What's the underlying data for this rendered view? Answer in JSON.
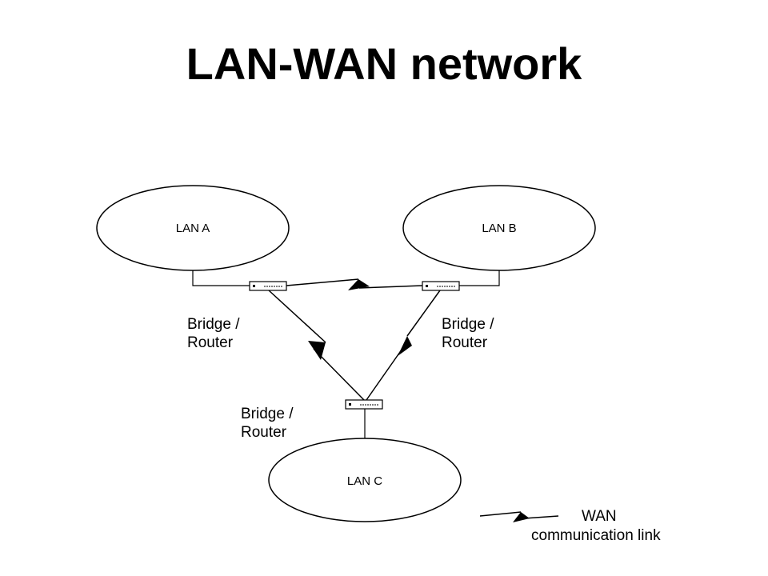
{
  "title": "LAN-WAN network",
  "lans": {
    "a": {
      "label": "LAN A"
    },
    "b": {
      "label": "LAN B"
    },
    "c": {
      "label": "LAN C"
    }
  },
  "routers": {
    "a": {
      "line1": "Bridge /",
      "line2": "Router"
    },
    "b": {
      "line1": "Bridge /",
      "line2": "Router"
    },
    "c": {
      "line1": "Bridge /",
      "line2": "Router"
    }
  },
  "legend": {
    "line1": "WAN",
    "line2": "communication link",
    "icon": "lightning-link-icon"
  }
}
